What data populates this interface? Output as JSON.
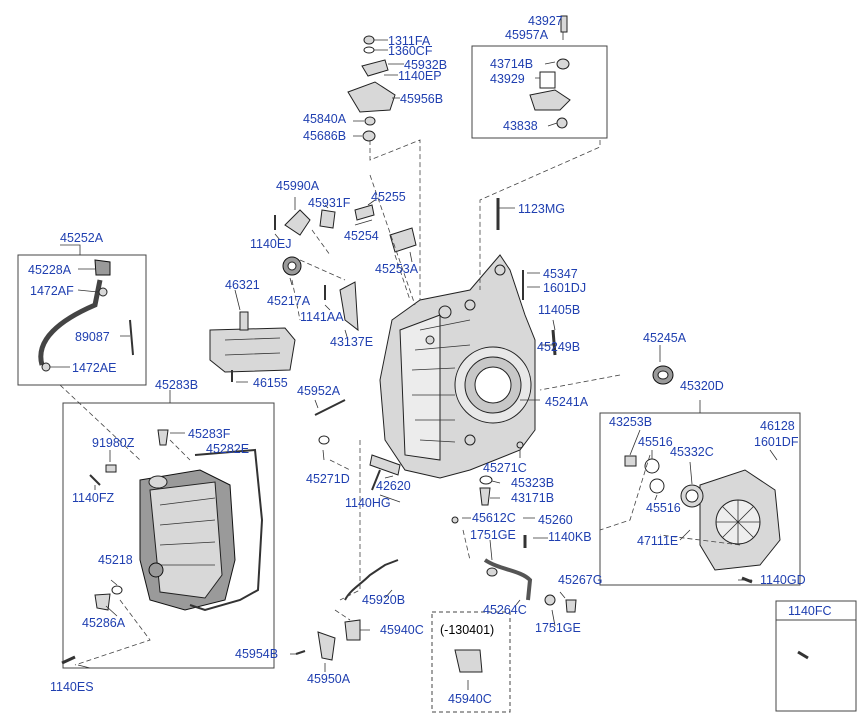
{
  "labels": {
    "p1311FA": "1311FA",
    "p1360CF": "1360CF",
    "p45932B": "45932B",
    "p1140EP": "1140EP",
    "p45956B": "45956B",
    "p45840A": "45840A",
    "p45686B": "45686B",
    "p43927": "43927",
    "p45957A": "45957A",
    "p43714B": "43714B",
    "p43929": "43929",
    "p43838": "43838",
    "p45990A": "45990A",
    "p45931F": "45931F",
    "p45255": "45255",
    "p45254": "45254",
    "p1140EJ": "1140EJ",
    "p45253A": "45253A",
    "p1123MG": "1123MG",
    "p45252A": "45252A",
    "p45228A": "45228A",
    "p1472AF": "1472AF",
    "p89087": "89087",
    "p1472AE": "1472AE",
    "p46321": "46321",
    "p45217A": "45217A",
    "p1141AA": "1141AA",
    "p43137E": "43137E",
    "p46155": "46155",
    "p45347": "45347",
    "p1601DJ": "1601DJ",
    "p11405B": "11405B",
    "p45249B": "45249B",
    "p45245A": "45245A",
    "p45320D": "45320D",
    "p45241A": "45241A",
    "p45952A": "45952A",
    "p45283B": "45283B",
    "p45283F": "45283F",
    "p91980Z": "91980Z",
    "p45282E": "45282E",
    "p1140FZ": "1140FZ",
    "p45218": "45218",
    "p45286A": "45286A",
    "p1140ES": "1140ES",
    "p43253B": "43253B",
    "p45516a": "45516",
    "p45332C": "45332C",
    "p46128": "46128",
    "p1601DF": "1601DF",
    "p45516b": "45516",
    "p47111E": "47111E",
    "p1140GD": "1140GD",
    "p45271D": "45271D",
    "p42620": "42620",
    "p45271C": "45271C",
    "p45323B": "45323B",
    "p43171B": "43171B",
    "p1140HG": "1140HG",
    "p45612C": "45612C",
    "p45260": "45260",
    "p1751GEa": "1751GE",
    "p1140KB": "1140KB",
    "p45267G": "45267G",
    "p45264C": "45264C",
    "p1751GEb": "1751GE",
    "p45920B": "45920B",
    "p45940Ca": "45940C",
    "p45954B": "45954B",
    "p45950A": "45950A",
    "p130401": "(-130401)",
    "p45940Cb": "45940C"
  },
  "legend_box": {
    "title": "1140FC"
  }
}
